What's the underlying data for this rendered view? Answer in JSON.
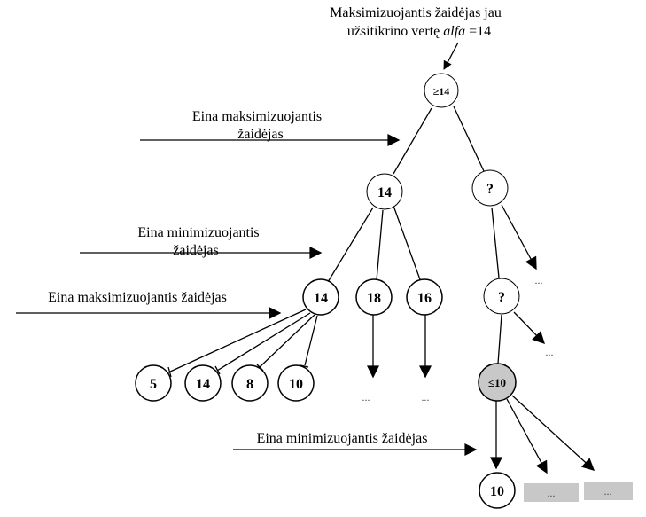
{
  "labels": {
    "top_line1": "Maksimizuojantis žaidėjas jau",
    "top_line2_a": "užsitikrino vertę",
    "top_line2_alpha": "alfa",
    "top_line2_b": "=14",
    "max_line1": "Eina maksimizuojantis",
    "max_line2": "žaidėjas",
    "min_line1": "Eina minimizuojantis",
    "min_line2": "žaidėjas",
    "max_single": "Eina maksimizuojantis žaidėjas",
    "min_single": "Eina minimizuojantis žaidėjas"
  },
  "nodes": {
    "root": "≥14",
    "left_max": "14",
    "right_q": "?",
    "mid_14": "14",
    "mid_18": "18",
    "mid_16": "16",
    "right_q2": "?",
    "leaf_5": "5",
    "leaf_14": "14",
    "leaf_8": "8",
    "leaf_10": "10",
    "cut_node": "≤10",
    "bottom_10": "10"
  },
  "ellipsis": "...",
  "colors": {
    "stroke": "#000000",
    "cut_node_fill": "#c8c8c8",
    "pruned_box_fill": "#c8c8c8"
  }
}
